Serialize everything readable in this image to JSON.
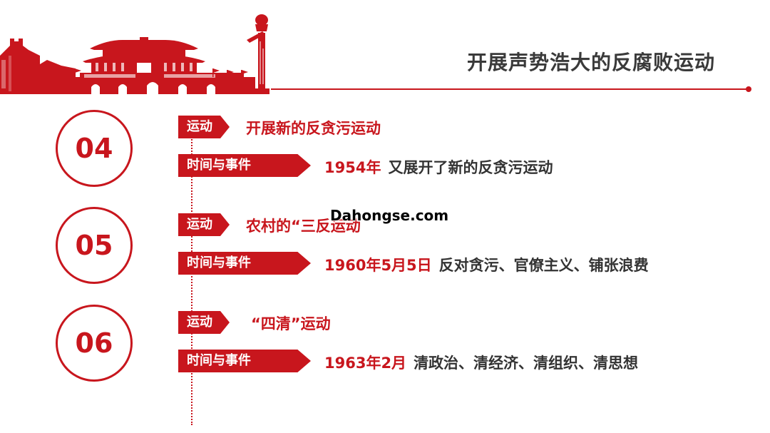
{
  "header": {
    "title": "开展声势浩大的反腐败运动",
    "accent_color": "#c8161d"
  },
  "watermark": "Dahongse.com",
  "entries": [
    {
      "number": "04",
      "movement_tag": "运动",
      "movement": "开展新的反贪污运动",
      "event_tag": "时间与事件",
      "date": "1954年",
      "description": "又展开了新的反贪污运动"
    },
    {
      "number": "05",
      "movement_tag": "运动",
      "movement": "农村的“三反运动",
      "event_tag": "时间与事件",
      "date": "1960年5月5日",
      "description": "反对贪污、官僚主义、铺张浪费"
    },
    {
      "number": "06",
      "movement_tag": "运动",
      "movement": "“四清”运动",
      "event_tag": "时间与事件",
      "date": "1963年2月",
      "description": "清政治、清经济、清组织、清思想"
    }
  ]
}
